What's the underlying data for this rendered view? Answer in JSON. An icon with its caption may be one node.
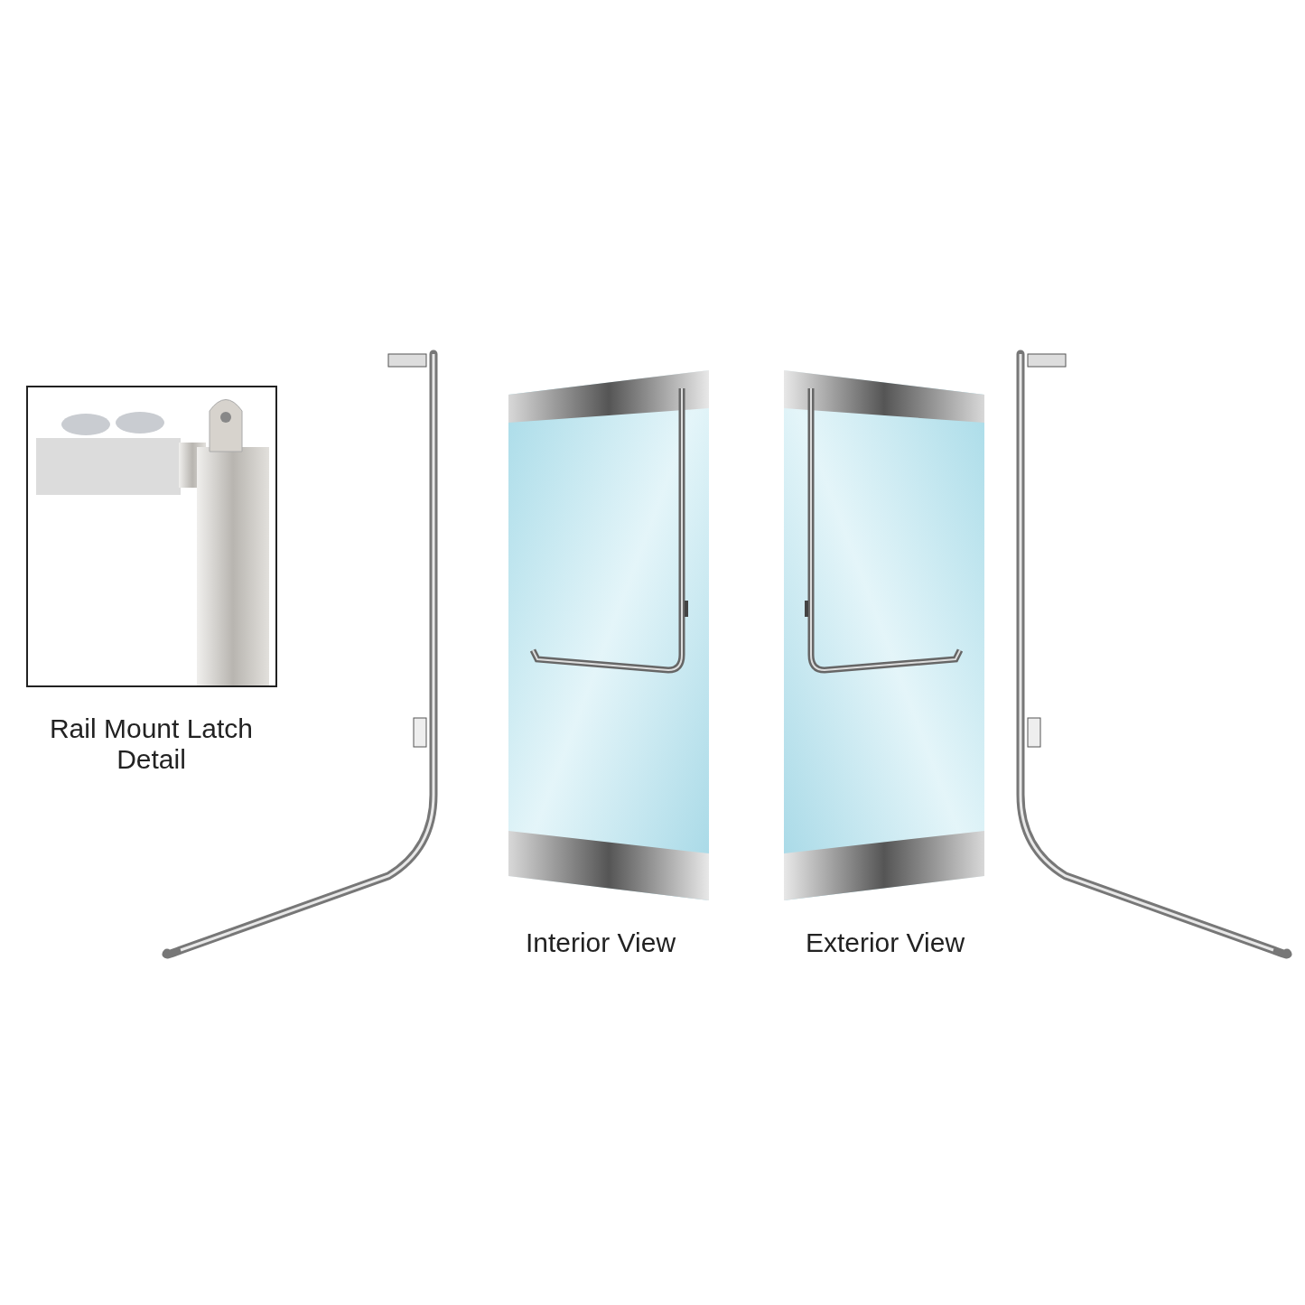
{
  "diagram": {
    "labels": [
      "Rail Mount Latch Detail",
      "Interior View",
      "Exterior View"
    ]
  }
}
